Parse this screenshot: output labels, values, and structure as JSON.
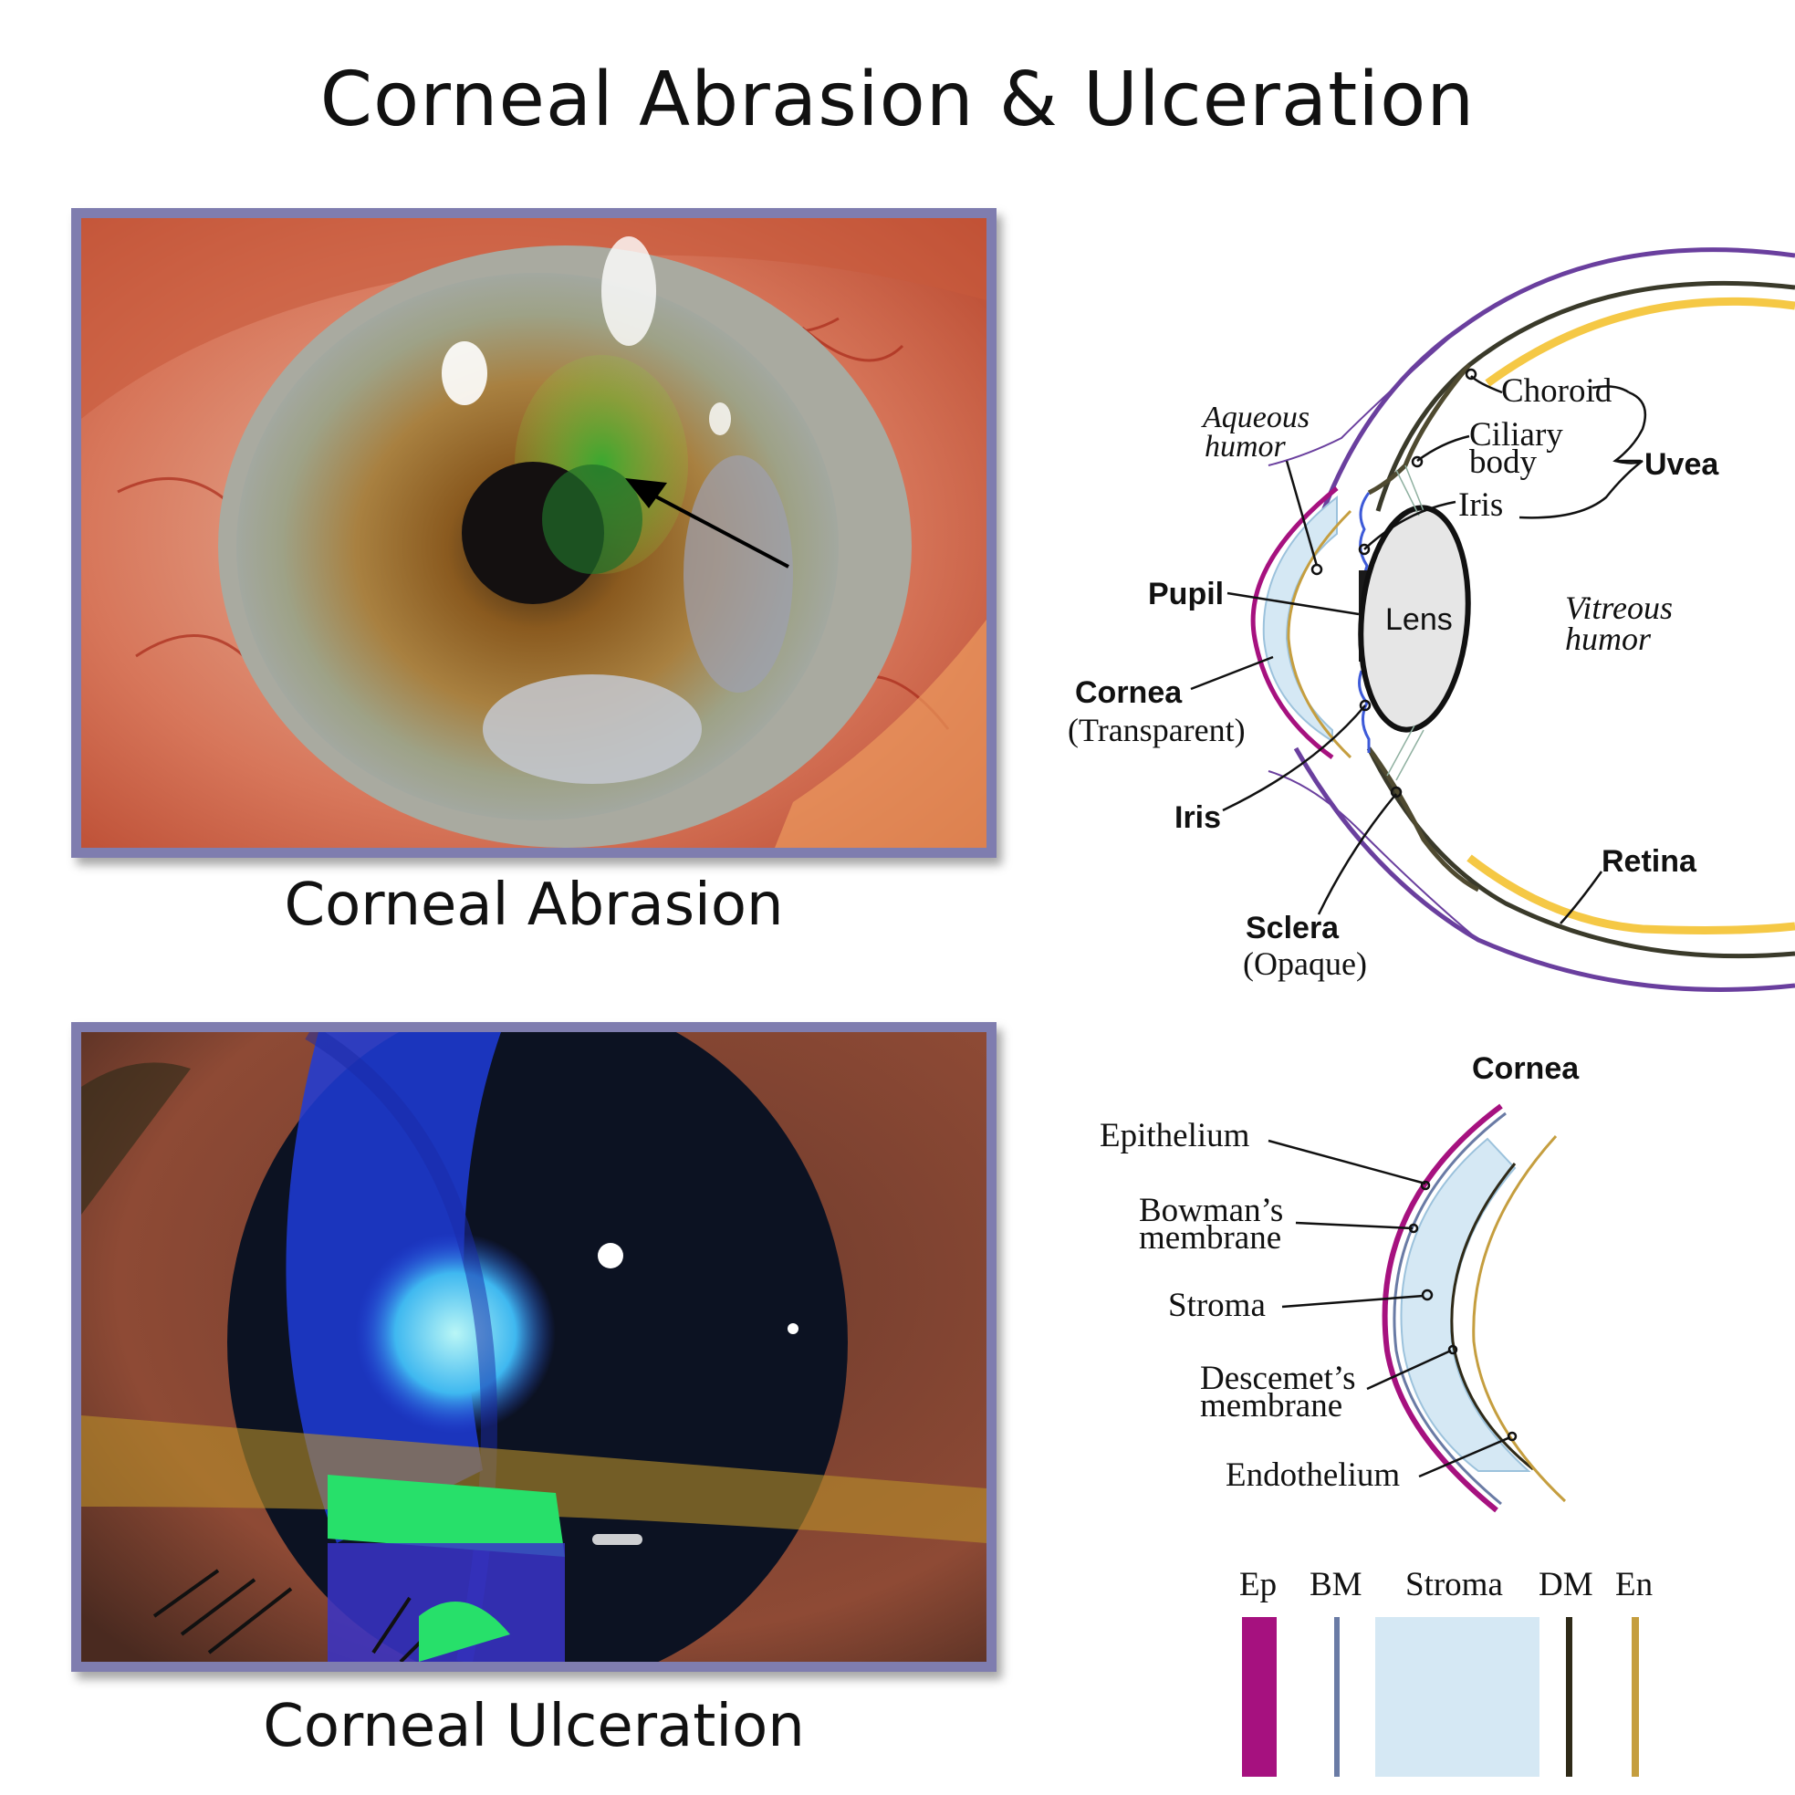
{
  "title": "Corneal Abrasion & Ulceration",
  "photos": {
    "abrasion_caption": "Corneal Abrasion",
    "ulceration_caption": "Corneal Ulceration"
  },
  "eye_diagram": {
    "aqueous_humor_line1": "Aqueous",
    "aqueous_humor_line2": "humor",
    "choroid": "Choroid",
    "ciliary_body_line1": "Ciliary",
    "ciliary_body_line2": "body",
    "uvea": "Uvea",
    "iris_top": "Iris",
    "pupil": "Pupil",
    "lens": "Lens",
    "vitreous_line1": "Vitreous",
    "vitreous_line2": "humor",
    "cornea": "Cornea",
    "cornea_note": "(Transparent)",
    "iris_bottom": "Iris",
    "retina": "Retina",
    "sclera": "Sclera",
    "sclera_note": "(Opaque)"
  },
  "cornea_diagram": {
    "heading": "Cornea",
    "epithelium": "Epithelium",
    "bowmans_line1": "Bowman’s",
    "bowmans_line2": "membrane",
    "stroma": "Stroma",
    "descemets_line1": "Descemet’s",
    "descemets_line2": "membrane",
    "endothelium": "Endothelium"
  },
  "layer_key": {
    "ep": "Ep",
    "bm": "BM",
    "stroma": "Stroma",
    "dm": "DM",
    "en": "En"
  },
  "colors": {
    "epithelium": "#a6117f",
    "bowmans": "#6a7ba5",
    "stroma": "#d5e8f4",
    "descemets": "#2f2a18",
    "endothelium": "#c59e3f",
    "frame": "#7f7daf"
  }
}
